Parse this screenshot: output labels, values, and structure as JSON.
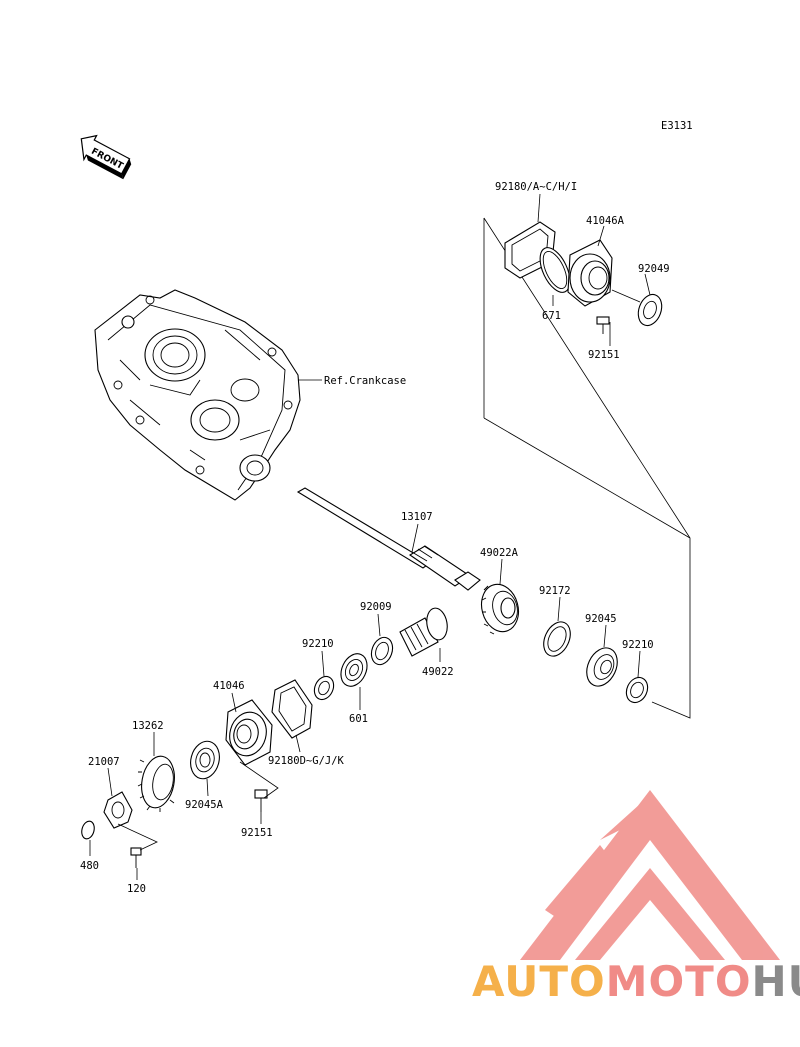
{
  "diagram_code": "E3131",
  "front_label": "FRONT",
  "crankcase_label": "Ref.Crankcase",
  "parts": [
    {
      "id": "p-92180-aci",
      "number": "92180/A~C/H/I"
    },
    {
      "id": "p-41046a",
      "number": "41046A"
    },
    {
      "id": "p-92049",
      "number": "92049"
    },
    {
      "id": "p-671",
      "number": "671"
    },
    {
      "id": "p-92151-top",
      "number": "92151"
    },
    {
      "id": "p-13107",
      "number": "13107"
    },
    {
      "id": "p-49022a",
      "number": "49022A"
    },
    {
      "id": "p-92009",
      "number": "92009"
    },
    {
      "id": "p-92172",
      "number": "92172"
    },
    {
      "id": "p-92210-left",
      "number": "92210"
    },
    {
      "id": "p-92045",
      "number": "92045"
    },
    {
      "id": "p-92210-right",
      "number": "92210"
    },
    {
      "id": "p-49022",
      "number": "49022"
    },
    {
      "id": "p-601",
      "number": "601"
    },
    {
      "id": "p-41046",
      "number": "41046"
    },
    {
      "id": "p-13262",
      "number": "13262"
    },
    {
      "id": "p-92180-dgjk",
      "number": "92180D~G/J/K"
    },
    {
      "id": "p-21007",
      "number": "21007"
    },
    {
      "id": "p-92045a",
      "number": "92045A"
    },
    {
      "id": "p-92151-bottom",
      "number": "92151"
    },
    {
      "id": "p-480",
      "number": "480"
    },
    {
      "id": "p-120",
      "number": "120"
    }
  ],
  "watermark": {
    "part1": "AUTO",
    "part2": "MOTO",
    "part3": "HUB",
    "color_orange": "#f5b04a",
    "color_red": "#f08b87",
    "color_gray": "#8a8a8a"
  }
}
